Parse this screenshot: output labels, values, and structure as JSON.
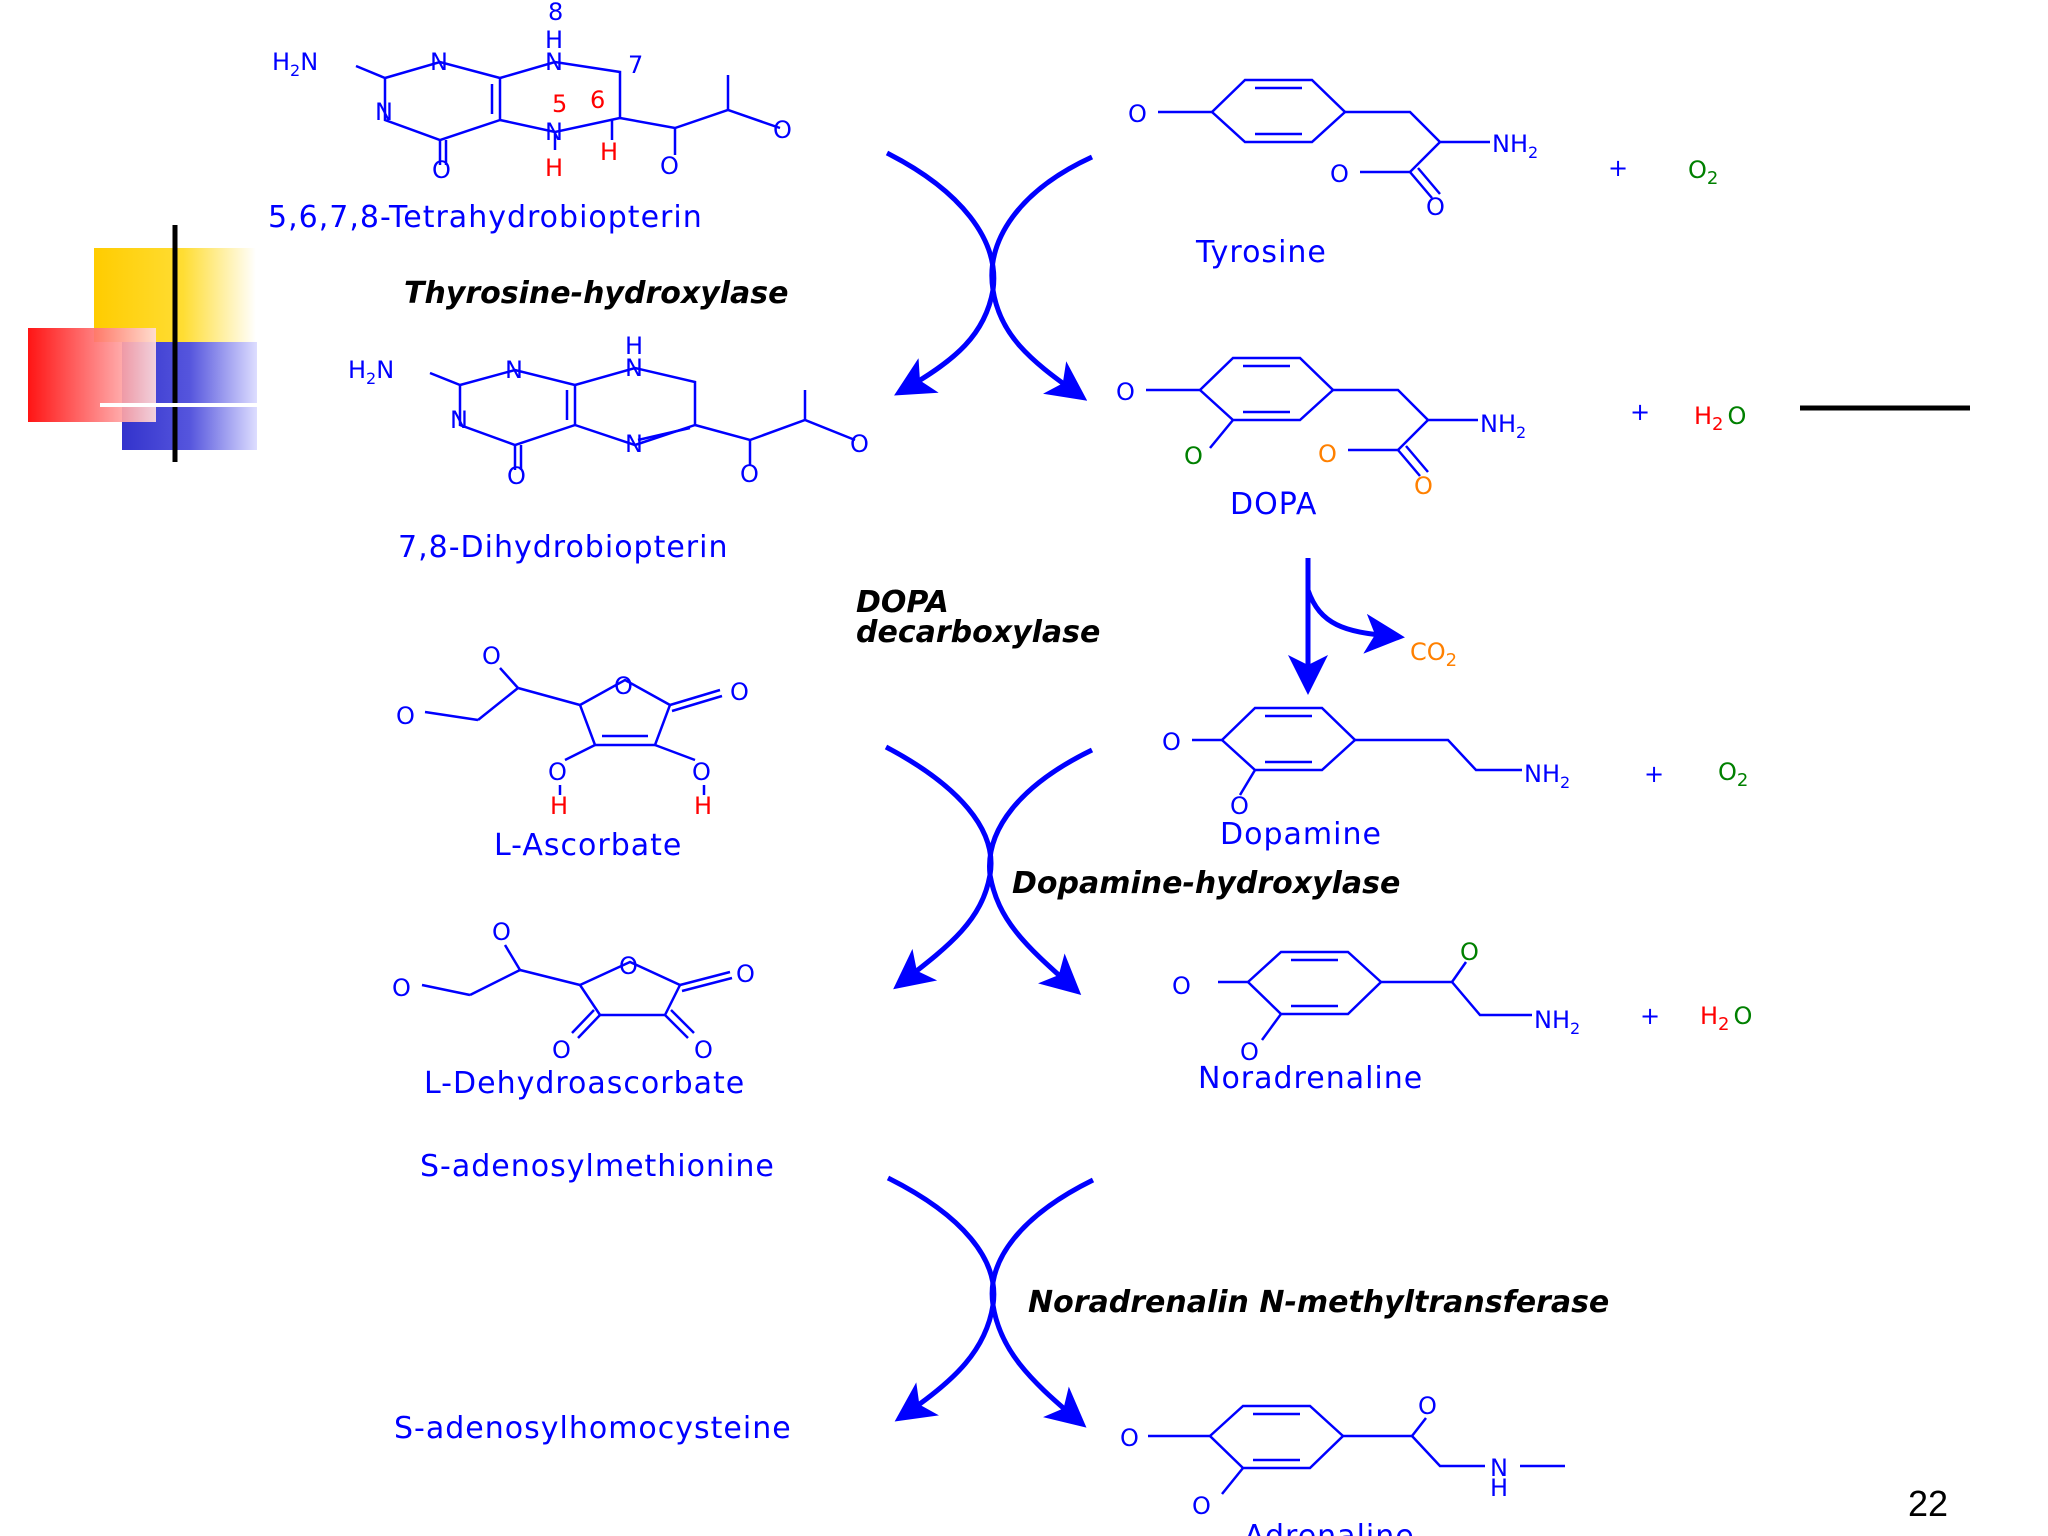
{
  "labels": {
    "tetrahydrobiopterin": "5,6,7,8-Tetrahydrobiopterin",
    "dihydrobiopterin": "7,8-Dihydrobiopterin",
    "tyrosine": "Tyrosine",
    "dopa": "DOPA",
    "dopamine": "Dopamine",
    "ascorbate": "L-Ascorbate",
    "dehydroascorbate": "L-Dehydroascorbate",
    "noradrenaline": "Noradrenaline",
    "sam": "S-adenosylmethionine",
    "sah": "S-adenosylhomocysteine",
    "adrenaline": "Adrenaline"
  },
  "enzymes": {
    "e1": "Thyrosine-hydroxylase",
    "e2_line1": "DOPA",
    "e2_line2": "decarboxylase",
    "e3": "Dopamine-hydroxylase",
    "e4": "Noradrenalin N-methyltransferase"
  },
  "reagents": {
    "plus": "+",
    "o2": "O",
    "o2_sub": "2",
    "h2o_h": "H",
    "h2o_sub": "2",
    "h2o_o": "O",
    "co2": "CO",
    "co2_sub": "2"
  },
  "atoms": {
    "h2n": "H",
    "h2n_sub": "2",
    "n": "N",
    "nh": "H",
    "o": "O",
    "h": "H",
    "nh2": "NH",
    "nh2_sub": "2",
    "n8": "8",
    "n7": "7",
    "n6": "6",
    "n5": "5"
  },
  "colors": {
    "structure": "#0000ff",
    "highlight_red": "#ff0000",
    "highlight_green": "#008000",
    "highlight_orange": "#ff8000",
    "deco_yellow": "#ffcc00",
    "deco_red": "#ff3333",
    "deco_blue": "#3333cc"
  },
  "page_number": "22"
}
